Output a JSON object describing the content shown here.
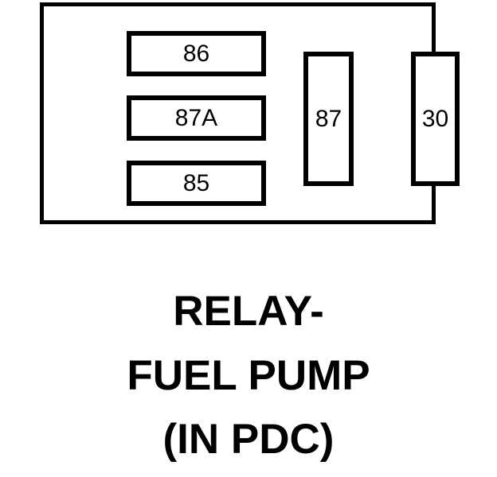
{
  "diagram": {
    "type": "automotive-relay-terminal-pinout",
    "relay_body": {
      "name": "relay-outline",
      "border_color": "#000000",
      "fill_color": "#ffffff"
    },
    "terminals": [
      {
        "id": "86",
        "label": "86",
        "orientation": "horizontal"
      },
      {
        "id": "87A",
        "label": "87A",
        "orientation": "horizontal"
      },
      {
        "id": "85",
        "label": "85",
        "orientation": "horizontal"
      },
      {
        "id": "87",
        "label": "87",
        "orientation": "vertical"
      },
      {
        "id": "30",
        "label": "30",
        "orientation": "vertical"
      }
    ]
  },
  "caption": {
    "lines": [
      "RELAY-",
      "FUEL PUMP",
      "(IN PDC)"
    ],
    "full_text": "RELAY-FUEL PUMP (IN PDC)"
  },
  "colors": {
    "ink": "#000000",
    "background": "#ffffff"
  }
}
